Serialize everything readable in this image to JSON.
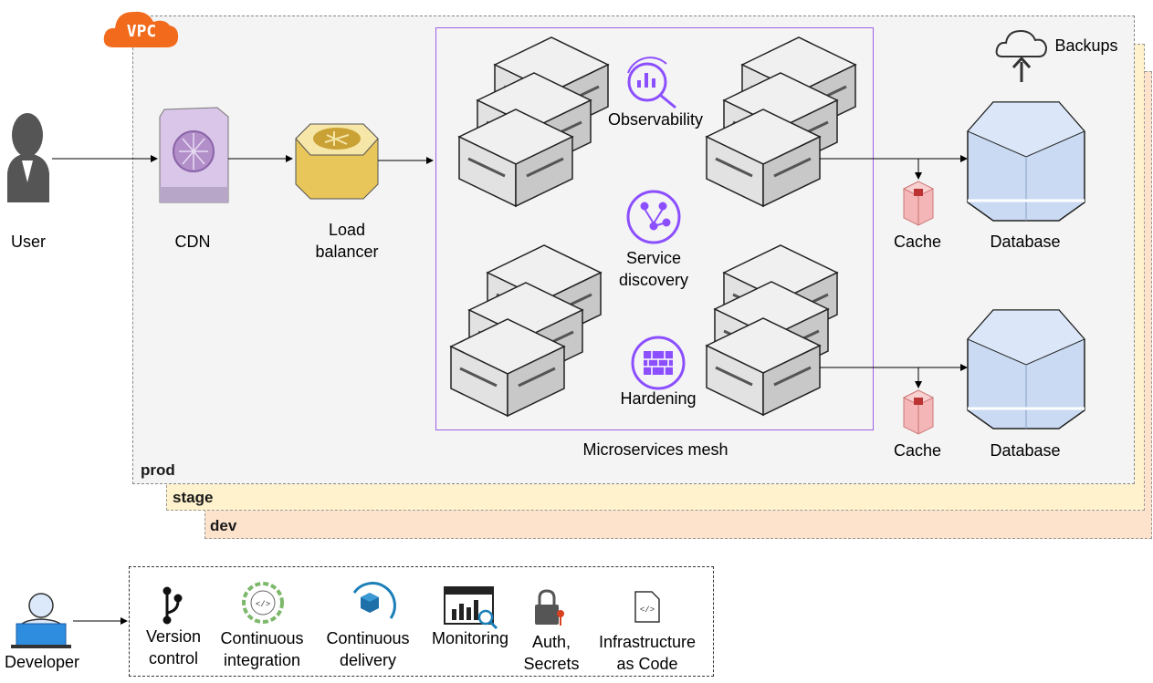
{
  "vpc": {
    "badge": "VPC"
  },
  "environments": {
    "prod": "prod",
    "stage": "stage",
    "dev": "dev"
  },
  "nodes": {
    "user": "User",
    "cdn": "CDN",
    "load_balancer": [
      "Load",
      "balancer"
    ],
    "observability": "Observability",
    "service_discovery": [
      "Service",
      "discovery"
    ],
    "hardening": "Hardening",
    "mesh": "Microservices mesh",
    "cache_top": "Cache",
    "cache_bottom": "Cache",
    "database_top": "Database",
    "database_bottom": "Database",
    "backups": "Backups"
  },
  "developer": {
    "label": "Developer",
    "tools": {
      "version_control": [
        "Version",
        "control"
      ],
      "continuous_integration": [
        "Continuous",
        "integration"
      ],
      "continuous_delivery": [
        "Continuous",
        "delivery"
      ],
      "monitoring": "Monitoring",
      "auth_secrets": [
        "Auth,",
        "Secrets"
      ],
      "iac": [
        "Infrastructure",
        "as Code"
      ]
    }
  },
  "colors": {
    "vpc_orange": "#f26b1d",
    "mesh_border": "#9f5fe8",
    "purple_icon": "#8c4fff",
    "prod_bg": "#f4f4f4",
    "stage_bg": "#fff2cc",
    "dev_bg": "#fde3cc",
    "database_blue": "#c9daf2",
    "cache_pink": "#f4b6b6",
    "lb_gold": "#e8c65a",
    "cdn_lavender": "#d9c6e8"
  }
}
